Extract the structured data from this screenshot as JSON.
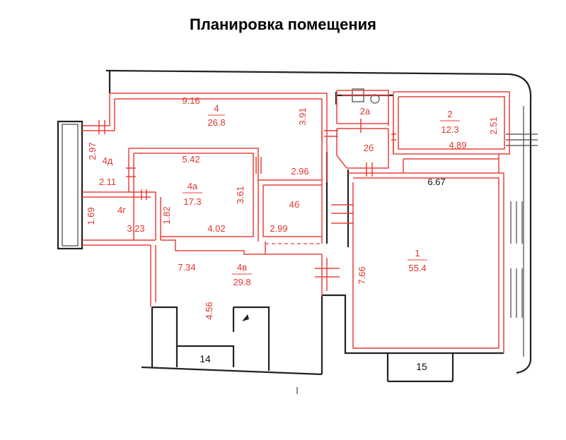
{
  "title": "Планировка помещения",
  "rooms": {
    "r4": {
      "num": "4",
      "area": "26.8"
    },
    "r4a": {
      "num": "4а",
      "area": "17.3"
    },
    "r4b": {
      "num": "4б"
    },
    "r4v": {
      "num": "4в",
      "area": "29.8"
    },
    "r4g": {
      "num": "4г"
    },
    "r4d": {
      "num": "4д"
    },
    "r1": {
      "num": "1",
      "area": "55.4"
    },
    "r2": {
      "num": "2",
      "area": "12.3"
    },
    "r2a": {
      "num": "2а"
    },
    "r2b": {
      "num": "2б"
    }
  },
  "dims": {
    "d_916": "9.16",
    "d_391": "3.91",
    "d_542": "5.42",
    "d_296": "2.96",
    "d_361": "3.61",
    "d_402": "4.02",
    "d_299": "2.99",
    "d_182": "1.82",
    "d_297": "2.97",
    "d_211": "2.11",
    "d_169": "1.69",
    "d_323": "3.23",
    "d_734": "7.34",
    "d_456": "4.56",
    "d_766": "7.66",
    "d_667": "6.67",
    "d_251": "2.51",
    "d_489": "4.89"
  },
  "neighbors": {
    "n14": "14",
    "n15": "15"
  },
  "colors": {
    "room_lines": "#e8413a",
    "walls": "#222222",
    "title": "#000000"
  }
}
